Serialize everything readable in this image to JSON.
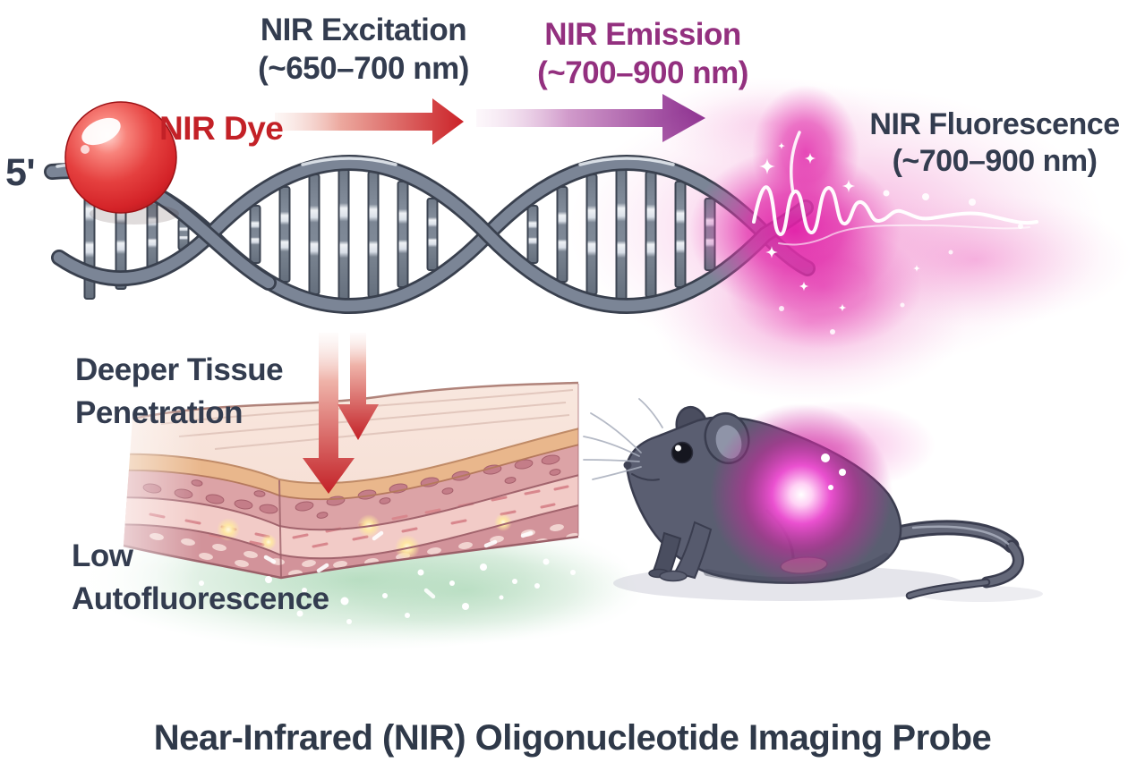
{
  "labels": {
    "excitation": {
      "line1": "NIR Excitation",
      "line2": "(~650–700 nm)"
    },
    "emission": {
      "line1": "NIR Emission",
      "line2": "(~700–900 nm)"
    },
    "fluorescence": {
      "line1": "NIR Fluorescence",
      "line2": "(~700–900 nm)"
    },
    "nir_dye": "NIR Dye",
    "five_prime": "5'",
    "tissue": {
      "line1": "Deeper Tissue",
      "line2": "Penetration"
    },
    "autofluorescence": {
      "line1": "Low",
      "line2": "Autofluorescence"
    },
    "title": "Near-Infrared (NIR) Oligonucleotide Imaging Probe"
  },
  "colors": {
    "text_navy": "#333c4f",
    "excitation_red": "#c32127",
    "emission_purple": "#93307f",
    "fluorescence_magenta": "#e020ae",
    "dna_gray": "#7b8596",
    "dye_red": "#d9262c",
    "tissue_tan": "#e9b78c",
    "tissue_pink": "#dca3a6",
    "autofluorescence_green": "#a8d6b4",
    "mouse_gray": "#5a5e71"
  }
}
